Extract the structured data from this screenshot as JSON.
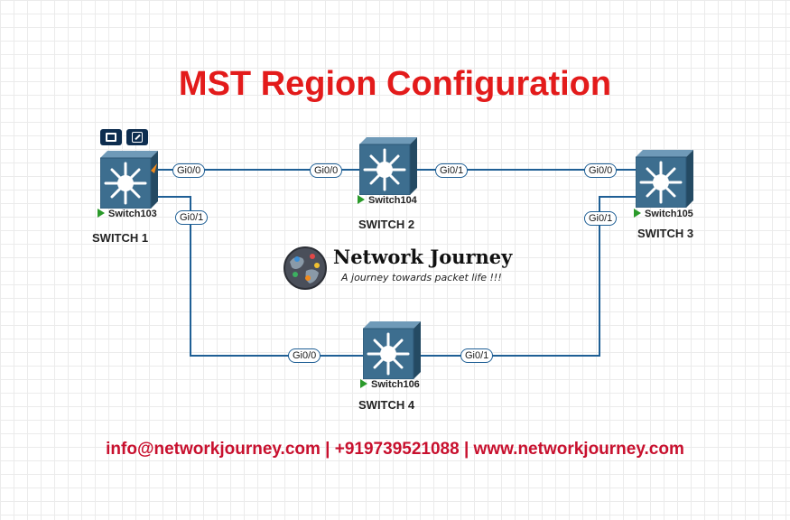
{
  "title": "MST Region Configuration",
  "footer": "info@networkjourney.com | +919739521088 | www.networkjourney.com",
  "logo": {
    "brand": "Network Journey",
    "tagline": "A journey towards packet life !!!"
  },
  "devices": [
    {
      "id": "sw1",
      "hostname": "Switch103",
      "caption": "SWITCH 1"
    },
    {
      "id": "sw2",
      "hostname": "Switch104",
      "caption": "SWITCH 2"
    },
    {
      "id": "sw3",
      "hostname": "Switch105",
      "caption": "SWITCH 3"
    },
    {
      "id": "sw4",
      "hostname": "Switch106",
      "caption": "SWITCH 4"
    }
  ],
  "ports": {
    "sw1_gi00": "Gi0/0",
    "sw1_gi01": "Gi0/1",
    "sw2_gi00": "Gi0/0",
    "sw2_gi01": "Gi0/1",
    "sw3_gi00": "Gi0/0",
    "sw3_gi01": "Gi0/1",
    "sw4_gi00": "Gi0/0",
    "sw4_gi01": "Gi0/1"
  },
  "colors": {
    "title": "#e31b1b",
    "footer": "#c8102e",
    "link": "#1f5f95",
    "switch_body": "#3d6e8f",
    "status_ok": "#2a9a2a"
  }
}
